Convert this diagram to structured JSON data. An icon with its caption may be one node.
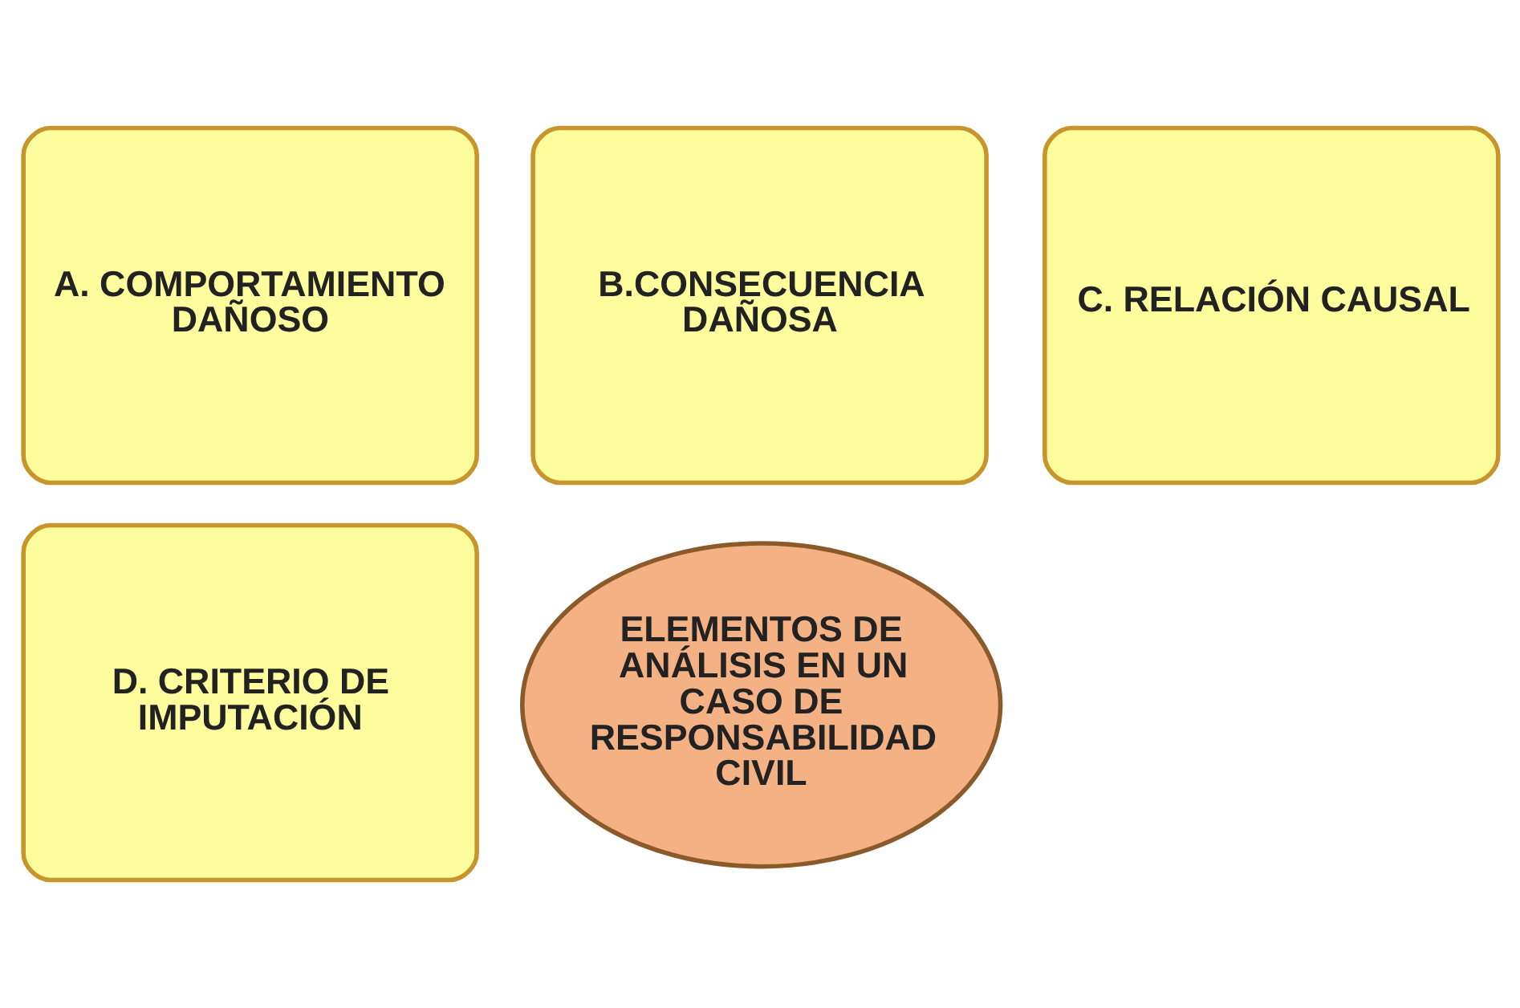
{
  "diagram": {
    "nodes": [
      {
        "text": [
          "A. COMPORTAMIENTO DAÑOSO"
        ]
      },
      {
        "text": [
          "B.CONSECUENCIA DAÑOSA"
        ]
      },
      {
        "text": [
          "ELEMENTOS DE ANÁLISIS EN UN CASO DE RESPONSABILIDAD CIVIL"
        ]
      },
      {
        "text": [
          "C. RELACIÓN CAUSAL"
        ]
      },
      {
        "text": [
          "D. CRITERIO DE IMPUTACIÓN"
        ]
      }
    ],
    "edges": []
  }
}
